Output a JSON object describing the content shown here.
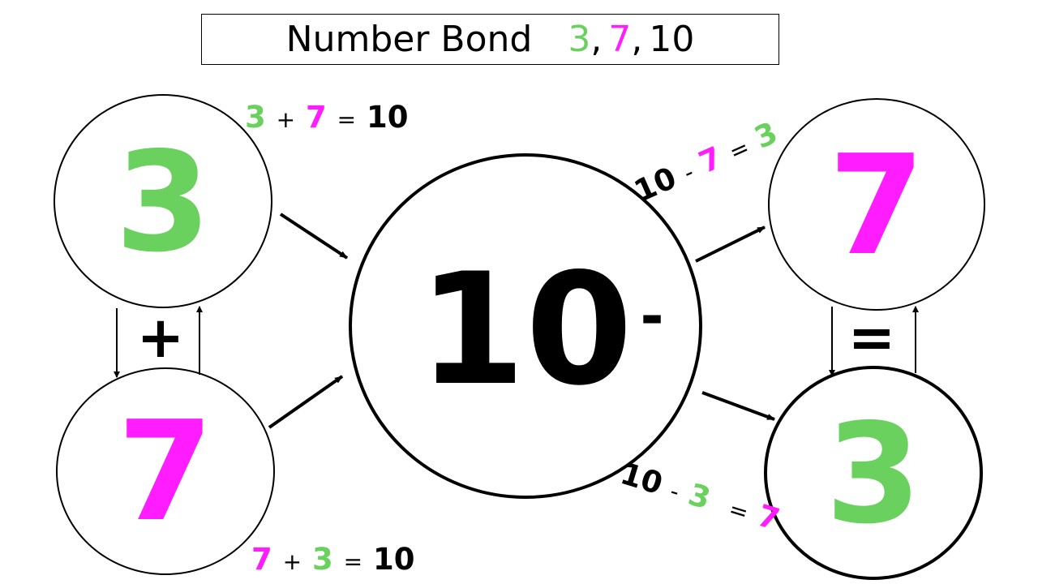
{
  "title": {
    "label": "Number Bond",
    "parts": [
      "3",
      ",",
      "7",
      ",",
      "10"
    ]
  },
  "nodes": {
    "top_left": "3",
    "bottom_left": "7",
    "center": "10",
    "top_right": "7",
    "bottom_right": "3"
  },
  "operators": {
    "left": "+",
    "center": "-",
    "right": "="
  },
  "equations": {
    "add_top": [
      "3",
      "+",
      "7",
      "=",
      "10"
    ],
    "add_bottom": [
      "7",
      "+",
      "3",
      "=",
      "10"
    ],
    "sub_top": [
      "10",
      "-",
      "7",
      "=",
      "3"
    ],
    "sub_bottom": [
      "10",
      "-",
      "3",
      "=",
      "7"
    ]
  },
  "colors": {
    "green": "#6ad15e",
    "pink": "#ff1cff",
    "black": "#000000"
  }
}
